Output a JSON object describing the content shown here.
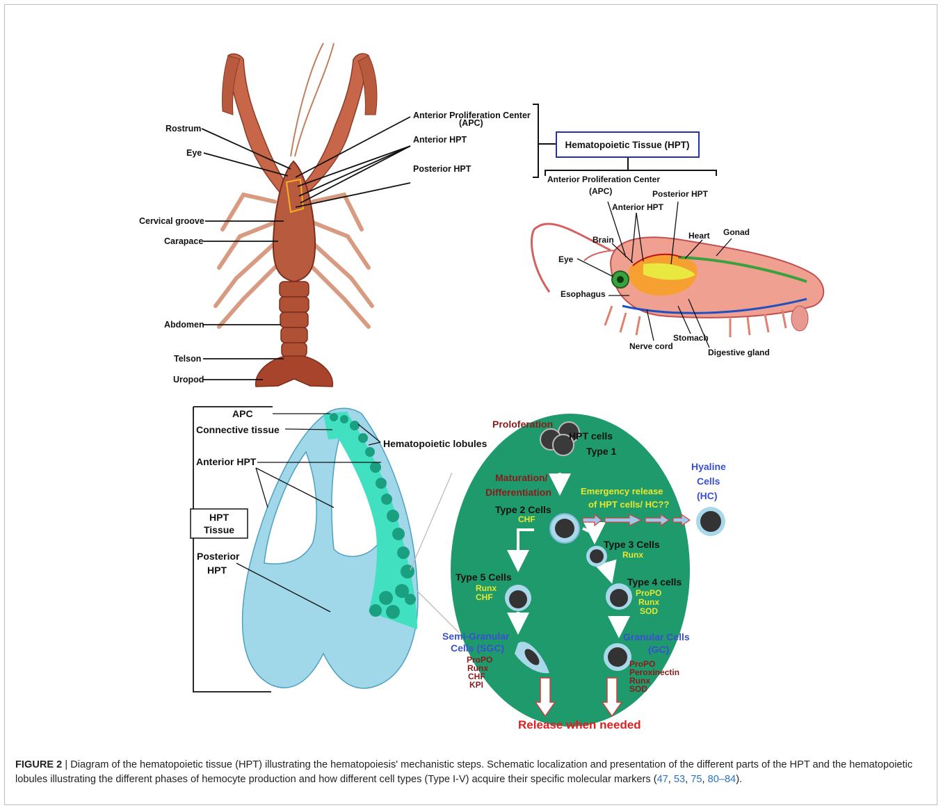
{
  "crayfish": {
    "labels": {
      "rostrum": "Rostrum",
      "eye": "Eye",
      "cervical_groove": "Cervical groove",
      "carapace": "Carapace",
      "abdomen": "Abdomen",
      "telson": "Telson",
      "uropod": "Uropod",
      "apc_line1": "Anterior Proliferation Center",
      "apc_line2": "(APC)",
      "anterior_hpt": "Anterior HPT",
      "posterior_hpt": "Posterior HPT"
    }
  },
  "hpt_box": {
    "title": "Hematopoietic Tissue (HPT)",
    "apc_line1": "Anterior Proliferation Center",
    "apc_line2": "(APC)",
    "posterior_hpt": "Posterior HPT",
    "anterior_hpt": "Anterior HPT"
  },
  "shrimp": {
    "labels": {
      "brain": "Brain",
      "heart": "Heart",
      "gonad": "Gonad",
      "eye": "Eye",
      "esophagus": "Esophagus",
      "stomach": "Stomach",
      "nerve_cord": "Nerve cord",
      "digestive_gland": "Digestive gland"
    }
  },
  "tissue": {
    "labels": {
      "apc": "APC",
      "connective": "Connective tissue",
      "lobules": "Hematopoietic lobules",
      "anterior_hpt": "Anterior HPT",
      "hpt_tissue_1": "HPT",
      "hpt_tissue_2": "Tissue",
      "posterior_1": "Posterior",
      "posterior_2": "HPT"
    }
  },
  "lobule": {
    "proliferation": "Proloferation",
    "hpt_cells": "HPT cells",
    "type1": "Type 1",
    "maturation_1": "Maturation/",
    "maturation_2": "Differentiation",
    "type2": "Type 2 Cells",
    "type2_marker": "CHF",
    "emergency_1": "Emergency release",
    "emergency_2": "of HPT cells/ HC??",
    "hyaline_1": "Hyaline",
    "hyaline_2": "Cells",
    "hyaline_3": "(HC)",
    "type3": "Type 3 Cells",
    "type3_marker": "Runx",
    "type5": "Type 5 Cells",
    "type5_marker_1": "Runx",
    "type5_marker_2": "CHF",
    "type4": "Type 4 cells",
    "type4_marker_1": "ProPO",
    "type4_marker_2": "Runx",
    "type4_marker_3": "SOD",
    "sgc_1": "Semi-Granular",
    "sgc_2": "Cells (SGC)",
    "sgc_m1": "ProPO",
    "sgc_m2": "Runx",
    "sgc_m3": "CHF",
    "sgc_m4": "KPI",
    "gc_1": "Granular Cells",
    "gc_2": "(GC)",
    "gc_m1": "ProPO",
    "gc_m2": "Peroxinectin",
    "gc_m3": "Runx",
    "gc_m4": "SOD",
    "release": "Release when needed"
  },
  "caption": {
    "label": "FIGURE 2",
    "sep": " | ",
    "text_a": "Diagram of the hematopoietic tissue (HPT) illustrating the hematopoiesis' mechanistic steps. Schematic localization and presentation of the different parts of the HPT and the hematopoietic lobules illustrating the different phases of hemocyte production and how different cell types (Type I-V) acquire their specific molecular markers (",
    "ref1": "47",
    "c1": ", ",
    "ref2": "53",
    "c2": ", ",
    "ref3": "75",
    "c3": ", ",
    "ref4": "80–84",
    "text_b": ")."
  },
  "colors": {
    "crayfish": "#b85a3e",
    "lobule_green": "#1e9a6c",
    "tissue_blue": "#a8d8ea",
    "lobule_teal": "#40e0c0",
    "marker_yellow": "#e8e830",
    "marker_red": "#8b1a1a",
    "label_blue": "#3a4fd0",
    "release_red": "#e02020",
    "ref_blue": "#2a73c7"
  }
}
